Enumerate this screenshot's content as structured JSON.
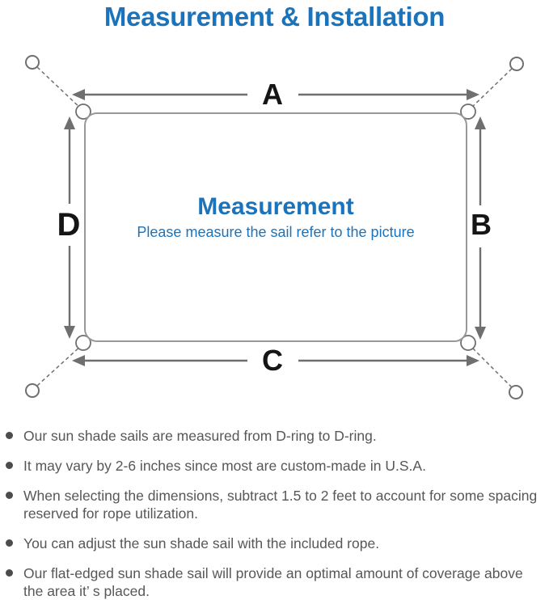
{
  "colors": {
    "accent_blue": "#1b74bb",
    "line_gray": "#989898",
    "arrow_gray": "#6f6f6f",
    "label_black": "#151515",
    "text_gray": "#575757",
    "bullet_gray": "#4c4c4c"
  },
  "header": {
    "title": "Measurement & Installation"
  },
  "diagram": {
    "dimension_labels": {
      "top": "A",
      "right": "B",
      "bottom": "C",
      "left": "D"
    },
    "center": {
      "heading": "Measurement",
      "subheading": "Please measure the sail refer to the picture"
    }
  },
  "instructions": [
    "Our sun shade sails are measured from D-ring to D-ring.",
    "It may vary by 2-6 inches since most are custom-made in U.S.A.",
    "When selecting the dimensions, subtract 1.5 to 2 feet to account for some spacing reserved for rope utilization.",
    "You can adjust the sun shade sail with the included rope.",
    "Our flat-edged sun shade sail will provide an optimal amount of coverage above the area it’ s placed."
  ]
}
